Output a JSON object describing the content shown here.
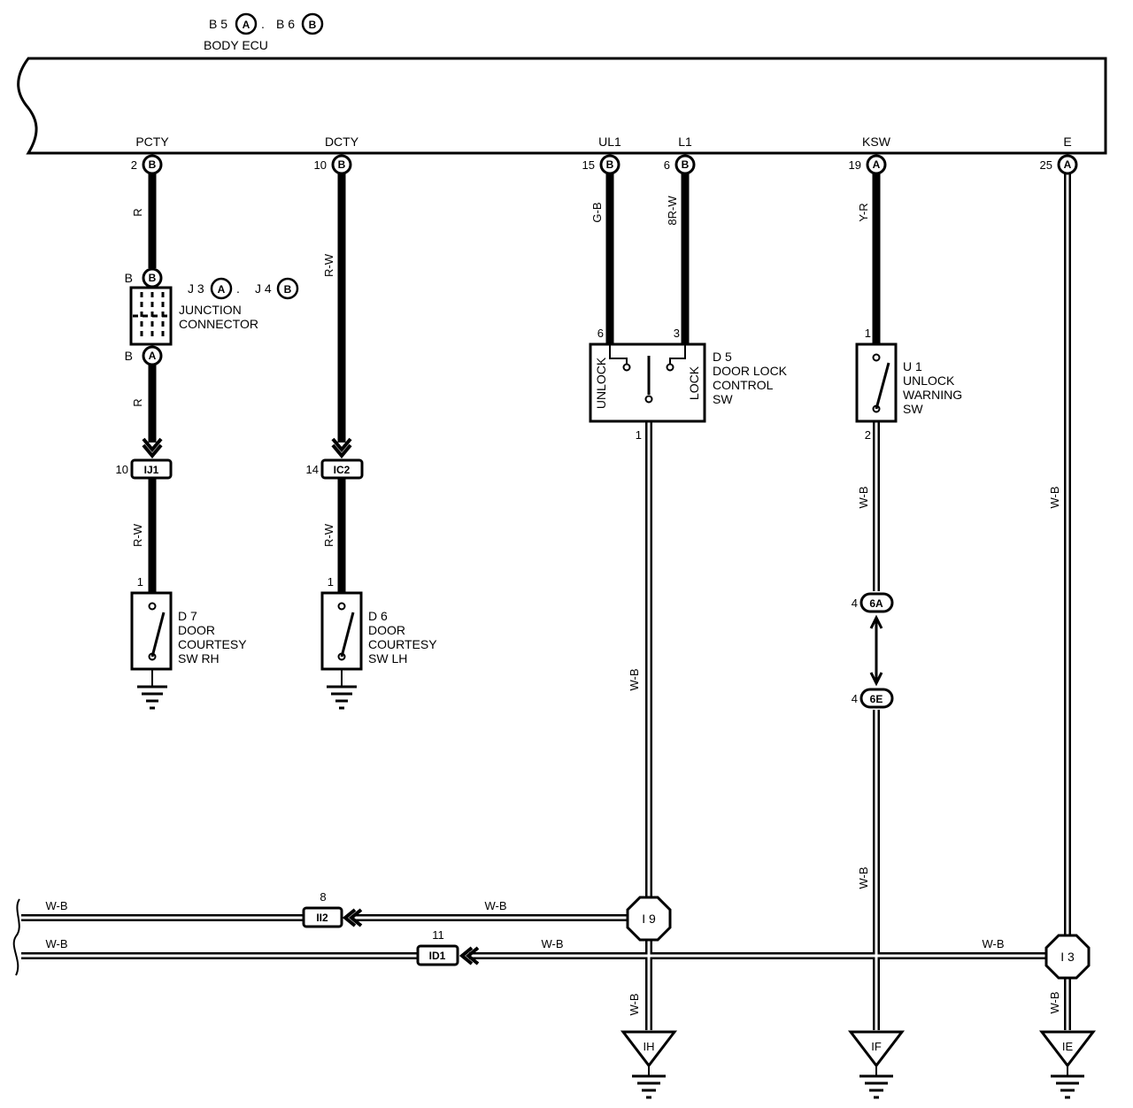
{
  "ecu": {
    "title_parts": [
      "B 5",
      "A",
      ".",
      "B 6",
      "B"
    ],
    "name": "BODY ECU"
  },
  "terminals": [
    {
      "name": "PCTY",
      "pin": "2",
      "conn": "B"
    },
    {
      "name": "DCTY",
      "pin": "10",
      "conn": "B"
    },
    {
      "name": "UL1",
      "pin": "15",
      "conn": "B"
    },
    {
      "name": "L1",
      "pin": "6",
      "conn": "B"
    },
    {
      "name": "KSW",
      "pin": "19",
      "conn": "A"
    },
    {
      "name": "E",
      "pin": "25",
      "conn": "A"
    }
  ],
  "wire_colors": {
    "pcty_upper": "R",
    "pcty_mid": "R",
    "pcty_lower": "R-W",
    "dcty_upper": "R-W",
    "dcty_lower": "R-W",
    "ul1": "G-B",
    "l1": "8R-W",
    "ksw": "Y-R",
    "u1_out": "W-B",
    "ksw_lower": "W-B",
    "d5_out": "W-B",
    "e_line": "W-B",
    "bus_left_1": "W-B",
    "bus_mid_1": "W-B",
    "bus_left_2": "W-B",
    "bus_mid_2": "W-B",
    "bus_right_2": "W-B",
    "ih_drop": "W-B",
    "ie_drop": "W-B"
  },
  "junction": {
    "title_parts": [
      "J 3",
      "A",
      ".",
      "J 4",
      "B"
    ],
    "name_lines": [
      "JUNCTION",
      "CONNECTOR"
    ],
    "top_conn": "B",
    "bottom_conn": "A",
    "side_letter_top": "B",
    "side_letter_bottom": "B"
  },
  "connectors": {
    "ij1": {
      "label": "IJ1",
      "pin": "10"
    },
    "ic2": {
      "label": "IC2",
      "pin": "14"
    },
    "ii2": {
      "label": "II2",
      "pin": "8"
    },
    "id1": {
      "label": "ID1",
      "pin": "11"
    },
    "c6a": {
      "label": "6A",
      "pin": "4"
    },
    "c6e": {
      "label": "6E",
      "pin": "4"
    }
  },
  "switches": {
    "d7": {
      "pin": "1",
      "lines": [
        "D 7",
        "DOOR",
        "COURTESY",
        "SW RH"
      ]
    },
    "d6": {
      "pin": "1",
      "lines": [
        "D 6",
        "DOOR",
        "COURTESY",
        "SW LH"
      ]
    },
    "d5": {
      "pin_unlock": "6",
      "pin_lock": "3",
      "pin_out": "1",
      "unlock": "UNLOCK",
      "lock": "LOCK",
      "lines": [
        "D 5",
        "DOOR LOCK",
        "CONTROL",
        "SW"
      ]
    },
    "u1": {
      "pin_in": "1",
      "pin_out": "2",
      "lines": [
        "U 1",
        "UNLOCK",
        "WARNING",
        "SW"
      ]
    }
  },
  "splices": {
    "i9": "I 9",
    "i3": "I 3"
  },
  "grounds": {
    "ih": "IH",
    "if": "IF",
    "ie": "IE"
  }
}
